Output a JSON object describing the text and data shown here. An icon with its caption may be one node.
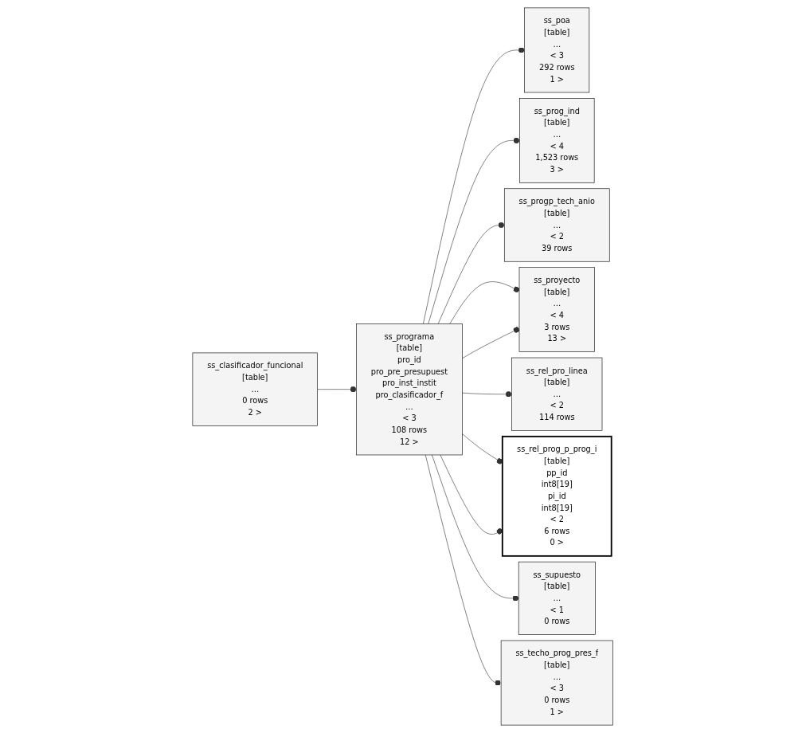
{
  "diagram": {
    "nodes": [
      {
        "text": [
          "ss_clasificador_funcional",
          "[table]",
          "…",
          "0 rows",
          "2 >"
        ]
      },
      {
        "text": [
          "ss_programa",
          "[table]",
          "pro_id",
          "pro_pre_presupuest",
          "pro_inst_instit",
          "pro_clasificador_f",
          "…",
          "< 3",
          "108 rows",
          "12 >"
        ]
      },
      {
        "text": [
          "ss_poa",
          "[table]",
          "…",
          "< 3",
          "292 rows",
          "1 >"
        ]
      },
      {
        "text": [
          "ss_prog_ind",
          "[table]",
          "…",
          "< 4",
          "1,523 rows",
          "3 >"
        ]
      },
      {
        "text": [
          "ss_progp_tech_anio",
          "[table]",
          "…",
          "< 2",
          "39 rows"
        ]
      },
      {
        "text": [
          "ss_proyecto",
          "[table]",
          "…",
          "< 4",
          "3 rows",
          "13 >"
        ]
      },
      {
        "text": [
          "ss_rel_pro_linea",
          "[table]",
          "…",
          "< 2",
          "114 rows"
        ]
      },
      {
        "text": [
          "ss_rel_prog_p_prog_i",
          "[table]",
          "pp_id",
          "int8[19]",
          "pi_id",
          "int8[19]",
          "< 2",
          "6 rows",
          "0 >"
        ]
      },
      {
        "text": [
          "ss_supuesto",
          "[table]",
          "…",
          "< 1",
          "0 rows"
        ]
      },
      {
        "text": [
          "ss_techo_prog_pres_f",
          "[table]",
          "…",
          "< 3",
          "0 rows",
          "1 >"
        ]
      }
    ],
    "edges": [
      {
        "from": 0,
        "to": 1,
        "arrow": "other"
      },
      {
        "from": 1,
        "to": 2,
        "arrow": "other"
      },
      {
        "from": 1,
        "to": 3,
        "arrow": "other"
      },
      {
        "from": 1,
        "to": 4,
        "arrow": "other"
      },
      {
        "from": 1,
        "to": 5,
        "arrow": "other"
      },
      {
        "from": 1,
        "to": 5,
        "arrow": "other"
      },
      {
        "from": 1,
        "to": 6,
        "arrow": "other"
      },
      {
        "from": 1,
        "to": 7,
        "arrow": "other"
      },
      {
        "from": 1,
        "to": 7,
        "arrow": "other"
      },
      {
        "from": 1,
        "to": 8,
        "arrow": "other"
      },
      {
        "from": 1,
        "to": 9,
        "arrow": "other"
      }
    ]
  }
}
